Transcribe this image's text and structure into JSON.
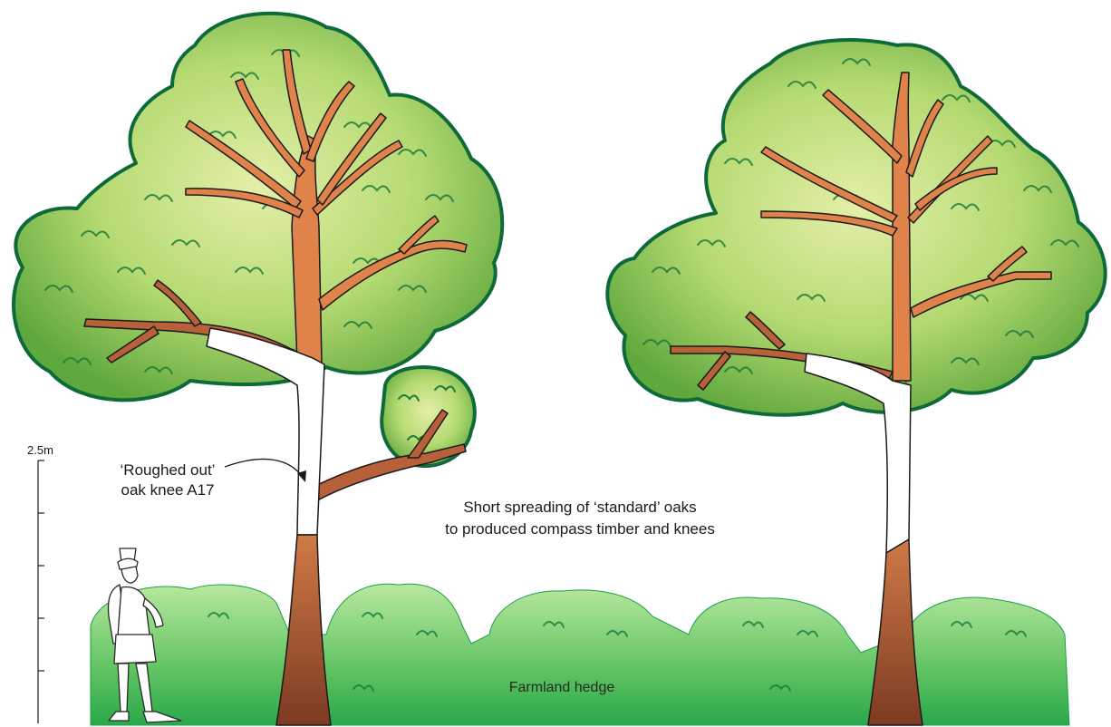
{
  "scale": {
    "top_label": "2.5m",
    "ticks": 5
  },
  "labels": {
    "knee_line1": "‘Roughed out’",
    "knee_line2": "oak knee A17",
    "caption_line1": "Short spreading of ‘standard’ oaks",
    "caption_line2": "to produced compass timber and knees",
    "hedge": "Farmland hedge"
  },
  "colors": {
    "foliage_light": "#d6e89a",
    "foliage_mid": "#9fcf5c",
    "foliage_dark": "#4e9a34",
    "foliage_outline": "#0f6a3a",
    "hedge_light": "#a8e08a",
    "hedge_dark": "#2db34a",
    "branch": "#e0834a",
    "branch_dark": "#b8603a",
    "trunk": "#9a4a2c",
    "knee_white": "#ffffff"
  }
}
